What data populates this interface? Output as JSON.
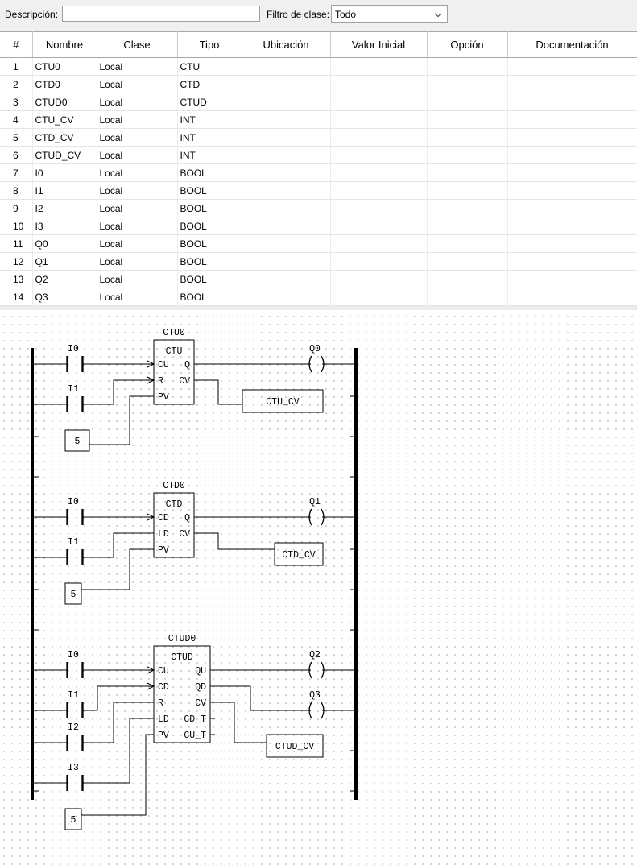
{
  "filter": {
    "description_label": "Descripción:",
    "description_value": "",
    "class_label": "Filtro de clase:",
    "class_value": "Todo"
  },
  "table": {
    "headers": [
      "#",
      "Nombre",
      "Clase",
      "Tipo",
      "Ubicación",
      "Valor Inicial",
      "Opción",
      "Documentación"
    ],
    "rows": [
      [
        "1",
        "CTU0",
        "Local",
        "CTU",
        "",
        "",
        "",
        ""
      ],
      [
        "2",
        "CTD0",
        "Local",
        "CTD",
        "",
        "",
        "",
        ""
      ],
      [
        "3",
        "CTUD0",
        "Local",
        "CTUD",
        "",
        "",
        "",
        ""
      ],
      [
        "4",
        "CTU_CV",
        "Local",
        "INT",
        "",
        "",
        "",
        ""
      ],
      [
        "5",
        "CTD_CV",
        "Local",
        "INT",
        "",
        "",
        "",
        ""
      ],
      [
        "6",
        "CTUD_CV",
        "Local",
        "INT",
        "",
        "",
        "",
        ""
      ],
      [
        "7",
        "I0",
        "Local",
        "BOOL",
        "",
        "",
        "",
        ""
      ],
      [
        "8",
        "I1",
        "Local",
        "BOOL",
        "",
        "",
        "",
        ""
      ],
      [
        "9",
        "I2",
        "Local",
        "BOOL",
        "",
        "",
        "",
        ""
      ],
      [
        "10",
        "I3",
        "Local",
        "BOOL",
        "",
        "",
        "",
        ""
      ],
      [
        "11",
        "Q0",
        "Local",
        "BOOL",
        "",
        "",
        "",
        ""
      ],
      [
        "12",
        "Q1",
        "Local",
        "BOOL",
        "",
        "",
        "",
        ""
      ],
      [
        "13",
        "Q2",
        "Local",
        "BOOL",
        "",
        "",
        "",
        ""
      ],
      [
        "14",
        "Q3",
        "Local",
        "BOOL",
        "",
        "",
        "",
        ""
      ]
    ]
  },
  "ladder": {
    "ctu": {
      "instance": "CTU0",
      "type": "CTU",
      "pin_cu": "CU",
      "pin_r": "R",
      "pin_pv": "PV",
      "pin_q": "Q",
      "pin_cv": "CV",
      "contact_i0": "I0",
      "contact_i1": "I1",
      "coil_q0": "Q0",
      "output_var": "CTU_CV",
      "preset": "5"
    },
    "ctd": {
      "instance": "CTD0",
      "type": "CTD",
      "pin_cd": "CD",
      "pin_ld": "LD",
      "pin_pv": "PV",
      "pin_q": "Q",
      "pin_cv": "CV",
      "contact_i0": "I0",
      "contact_i1": "I1",
      "coil_q1": "Q1",
      "output_var": "CTD_CV",
      "preset": "5"
    },
    "ctud": {
      "instance": "CTUD0",
      "type": "CTUD",
      "pin_cu": "CU",
      "pin_cd": "CD",
      "pin_r": "R",
      "pin_ld": "LD",
      "pin_pv": "PV",
      "pin_qu": "QU",
      "pin_qd": "QD",
      "pin_cv": "CV",
      "pin_cd_t": "CD_T",
      "pin_cu_t": "CU_T",
      "contact_i0": "I0",
      "contact_i1": "I1",
      "contact_i2": "I2",
      "contact_i3": "I3",
      "coil_q2": "Q2",
      "coil_q3": "Q3",
      "output_var": "CTUD_CV",
      "preset": "5"
    }
  }
}
